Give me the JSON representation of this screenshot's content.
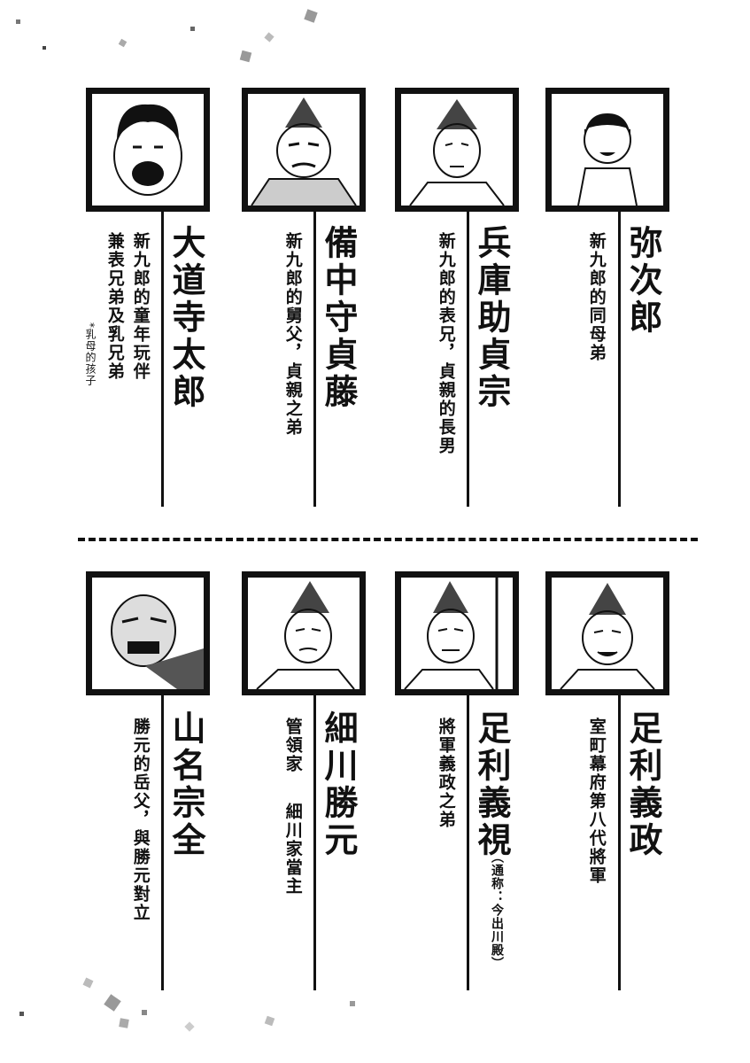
{
  "characters": [
    {
      "name": "弥次郎",
      "desc": "新九郎的同母弟"
    },
    {
      "name": "兵庫助貞宗",
      "desc": "新九郎的表兄，貞親的長男"
    },
    {
      "name": "備中守貞藤",
      "desc": "新九郎的舅父，貞親之弟"
    },
    {
      "name": "大道寺太郎",
      "desc1": "新九郎的童年玩伴",
      "desc2": "兼表兄弟及乳兄弟",
      "note": "*乳母的孩子"
    },
    {
      "name": "足利義政",
      "desc": "室町幕府第八代將軍"
    },
    {
      "name": "足利義視",
      "desc": "將軍義政之弟",
      "paren": "（通称：今出川殿）"
    },
    {
      "name": "細川勝元",
      "desc1": "管領家",
      "desc2": "細川家當主"
    },
    {
      "name": "山名宗全",
      "desc": "勝元的岳父，與勝元對立"
    }
  ]
}
